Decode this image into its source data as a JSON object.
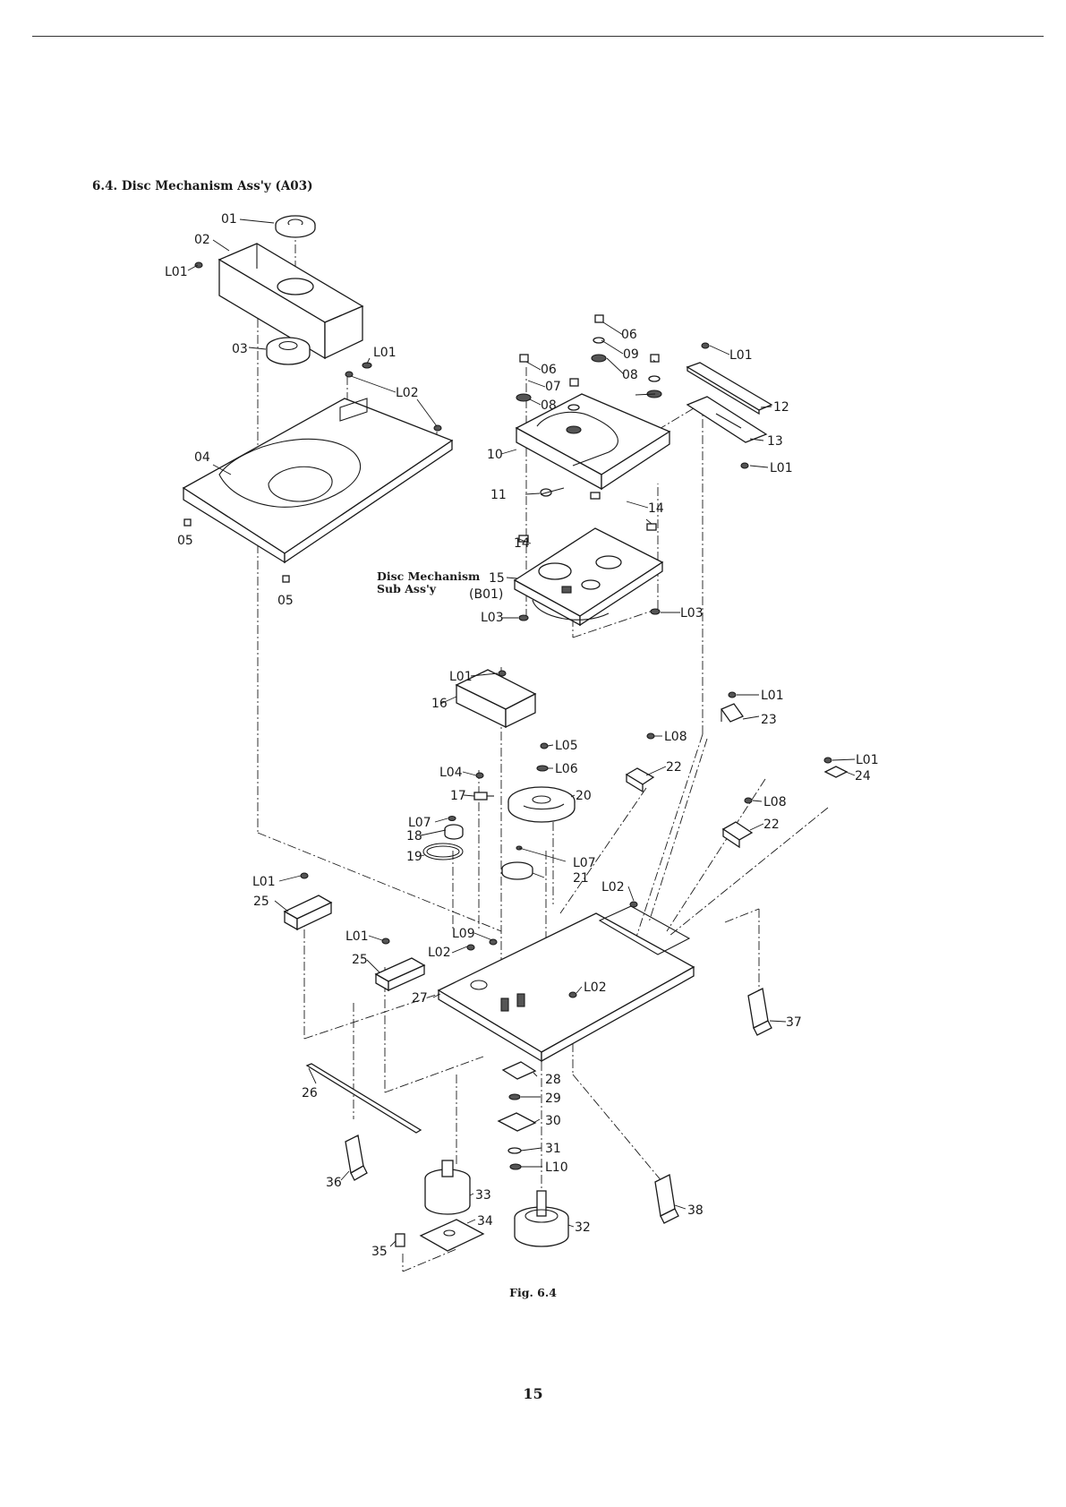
{
  "section_title": "6.4. Disc Mechanism Ass'y (A03)",
  "figure_caption": "Fig. 6.4",
  "page_number": "15",
  "subassembly_label": {
    "name_line1": "Disc Mechanism",
    "name_line2": "Sub Ass'y",
    "code": "(B01)"
  },
  "part_labels": {
    "p01": "01",
    "p02": "02",
    "p03": "03",
    "p04": "04",
    "p05": "05",
    "p06": "06",
    "p07": "07",
    "p08": "08",
    "p09": "09",
    "p10": "10",
    "p11": "11",
    "p12": "12",
    "p13": "13",
    "p14": "14",
    "p15": "15",
    "p16": "16",
    "p17": "17",
    "p18": "18",
    "p19": "19",
    "p20": "20",
    "p21": "21",
    "p22": "22",
    "p23": "23",
    "p24": "24",
    "p25": "25",
    "p26": "26",
    "p27": "27",
    "p28": "28",
    "p29": "29",
    "p30": "30",
    "p31": "31",
    "p32": "32",
    "p33": "33",
    "p34": "34",
    "p35": "35",
    "p36": "36",
    "p37": "37",
    "p38": "38"
  },
  "screw_labels": {
    "L01": "L01",
    "L02": "L02",
    "L03": "L03",
    "L04": "L04",
    "L05": "L05",
    "L06": "L06",
    "L07": "L07",
    "L08": "L08",
    "L09": "L09",
    "L10": "L10"
  }
}
